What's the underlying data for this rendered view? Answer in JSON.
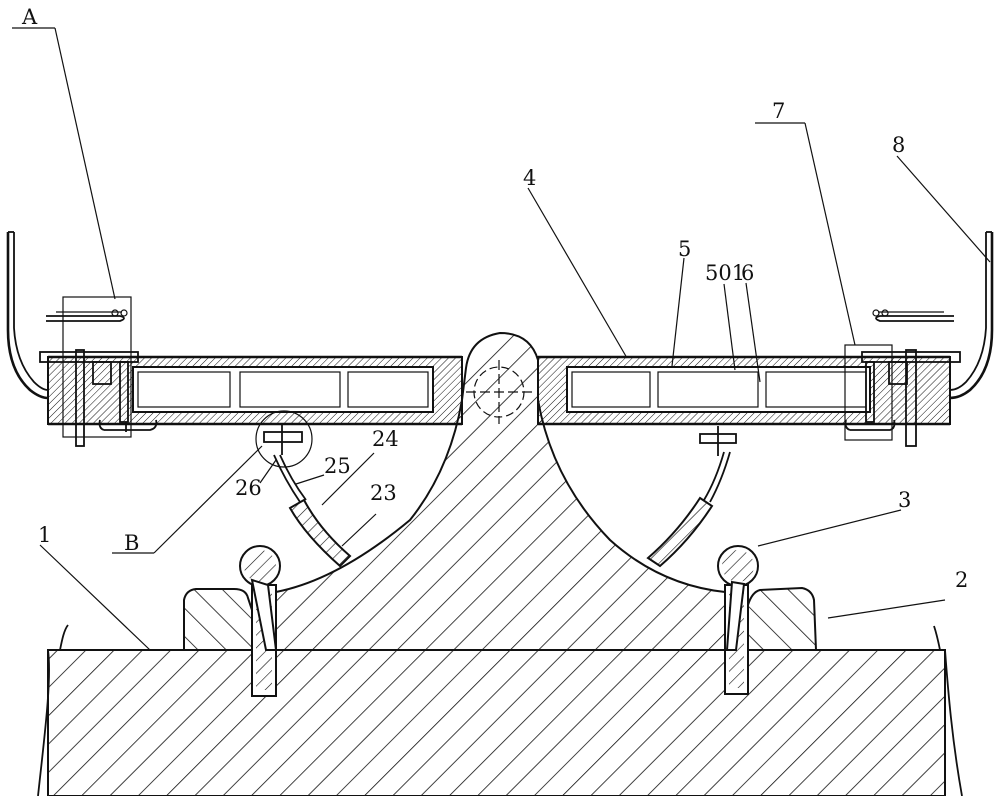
{
  "figure": {
    "labels": {
      "A": "A",
      "B": "B",
      "n1": "1",
      "n2": "2",
      "n3": "3",
      "n4": "4",
      "n5": "5",
      "n501": "501",
      "n6": "6",
      "n7": "7",
      "n8": "8",
      "n23": "23",
      "n24": "24",
      "n25": "25",
      "n26": "26"
    },
    "colors": {
      "line": "#111111",
      "background": "#ffffff"
    }
  }
}
